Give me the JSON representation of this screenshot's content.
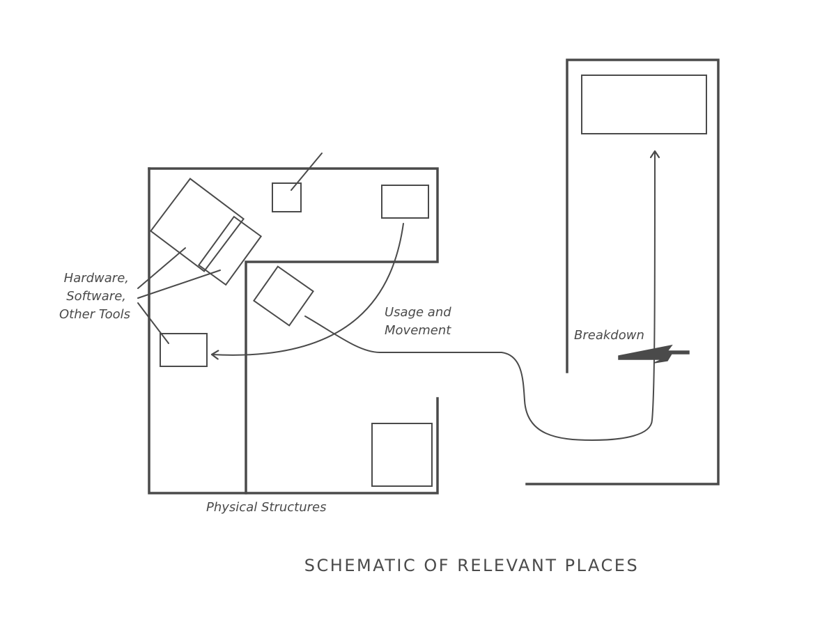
{
  "labels": {
    "tools": [
      "Hardware,",
      "Software,",
      "Other Tools"
    ],
    "usage": [
      "Usage and",
      "Movement"
    ],
    "breakdown": "Breakdown",
    "physical": "Physical Structures"
  },
  "title": "SCHEMATIC OF RELEVANT PLACES"
}
